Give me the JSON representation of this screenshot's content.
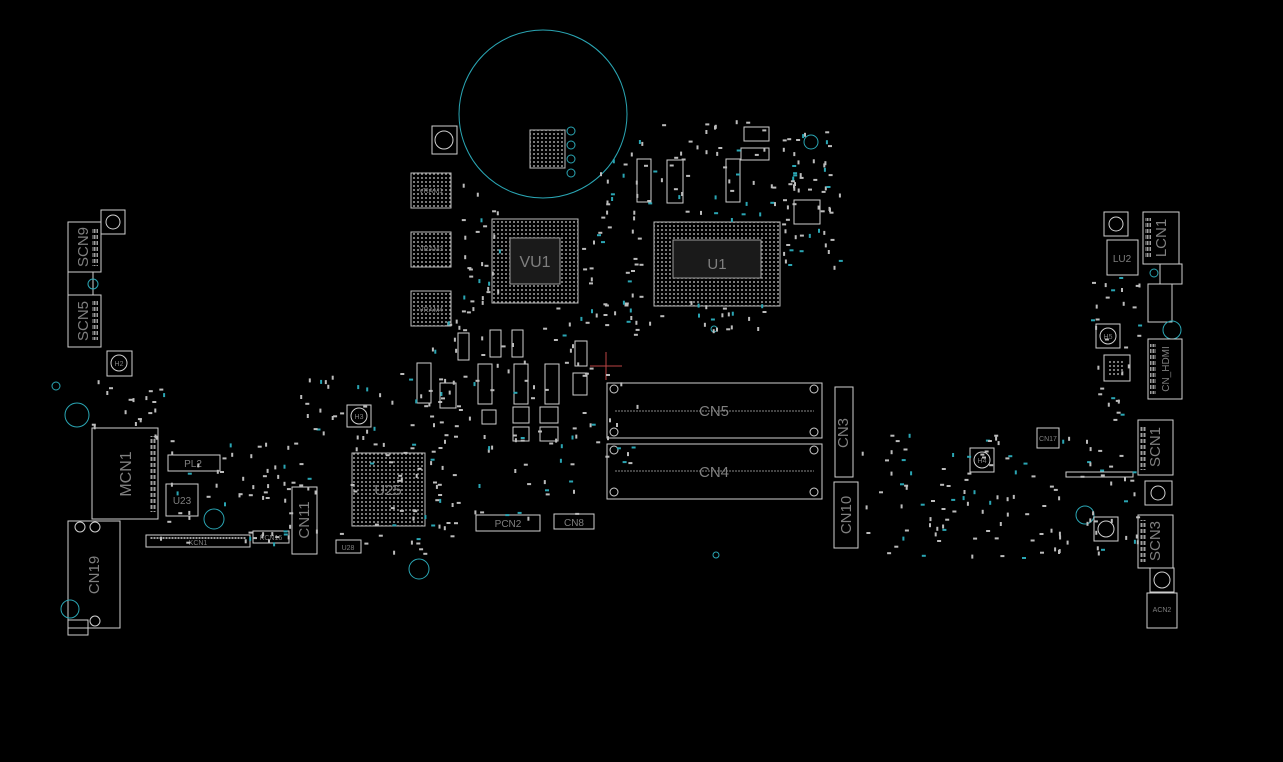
{
  "labels": {
    "cn5": "CN5",
    "cn4": "CN4",
    "u1": "U1",
    "vu1": "VU1",
    "u25": "U25",
    "mcn1": "MCN1",
    "cn19": "CN19",
    "scn9": "SCN9",
    "scn5": "SCN5",
    "cn11": "CN11",
    "cn10": "CN10",
    "cn3": "CN3",
    "scn1": "SCN1",
    "scn3": "SCN3",
    "lcn1": "LCN1",
    "lu2": "LU2",
    "cn_hdmi": "CN_HDMI",
    "acn2": "ACN2",
    "kcn1": "KCN1",
    "kcn16": "KCN16",
    "pcn2": "PCN2",
    "cn8": "CN8",
    "u23": "U23",
    "u28": "U28",
    "pl2": "PL2",
    "h3": "H3",
    "h4": "H4",
    "h5": "H5",
    "h2": "H2",
    "vram1": "VRAM1",
    "vram3": "VRAM3",
    "vram4": "VRAM4",
    "cn17": "CN17"
  },
  "colors": {
    "background": "#000000",
    "silkscreen": "#cfcfcf",
    "label": "#7f7f7f",
    "via_teal": "#2aa6b4"
  }
}
